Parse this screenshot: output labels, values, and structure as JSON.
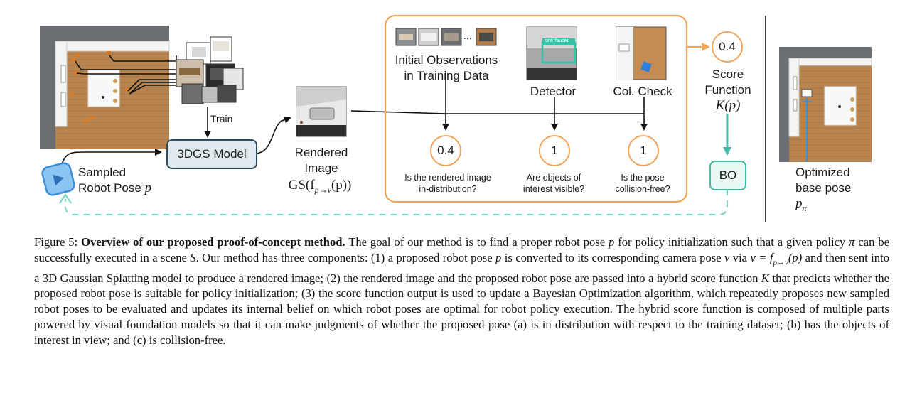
{
  "figure": {
    "train_label": "Train",
    "model_label": "3DGS Model",
    "sampled_pose_line1": "Sampled",
    "sampled_pose_line2": "Robot Pose",
    "sampled_pose_var": "p",
    "rendered_line1": "Rendered",
    "rendered_line2": "Image",
    "rendered_formula": "GS(f",
    "rendered_formula_sub": "p→v",
    "rendered_formula_end": "(p))",
    "ellipsis": "...",
    "init_obs_line1": "Initial Observations",
    "init_obs_line2": "in Training Data",
    "detector_label": "Detector",
    "detector_tag": "sink faucet",
    "colcheck_label": "Col. Check",
    "score_in_dist": "0.4",
    "score_visible": "1",
    "score_collision": "1",
    "q_in_dist_line1": "Is the rendered image",
    "q_in_dist_line2": "in-distribution?",
    "q_visible_line1": "Are objects of",
    "q_visible_line2": "interest visible?",
    "q_collision_line1": "Is the pose",
    "q_collision_line2": "collision-free?",
    "score_output": "0.4",
    "score_fn_line1": "Score",
    "score_fn_line2": "Function",
    "score_fn_formula": "K(p)",
    "bo_label": "BO",
    "optimized_line1": "Optimized",
    "optimized_line2": "base pose",
    "optimized_var": "p",
    "optimized_sub": "π"
  },
  "caption": {
    "prefix": "Figure 5: ",
    "title": "Overview of our proposed proof-of-concept method.",
    "s1": " The goal of our method is to find a proper robot pose ",
    "v_p": "p",
    "s2": " for policy initialization such that a given policy ",
    "v_pi": "π",
    "s3": " can be successfully executed in a scene ",
    "v_S": "S",
    "s4": ". Our method has three components: (1) a proposed robot pose ",
    "v_p2": "p",
    "s5": " is converted to its corresponding camera pose ",
    "v_v": "v",
    "s6": " via ",
    "formula": "v = f",
    "formula_sub": "p→v",
    "formula_end": "(p)",
    "s7": " and then sent into a 3D Gaussian Splatting model to produce a rendered image; (2) the rendered image and the proposed robot pose are passed into a hybrid score function ",
    "v_K": "K",
    "s8": " that predicts whether the proposed robot pose is suitable for policy initialization; (3) the score function output is used to update a Bayesian Optimization algorithm, which repeatedly proposes new sampled robot poses to be evaluated and updates its internal belief on which robot poses are optimal for robot policy execution. The hybrid score function is composed of multiple parts powered by visual foundation models so that it can make judgments of whether the proposed pose (a) is in distribution with respect to the training dataset; (b) has the objects of interest in view; and (c) is collision-free."
  },
  "colors": {
    "orange": "#f2a55a",
    "teal": "#3fbfa9",
    "navy": "#2e4a5c",
    "pose_blue": "#3b8ed8"
  }
}
